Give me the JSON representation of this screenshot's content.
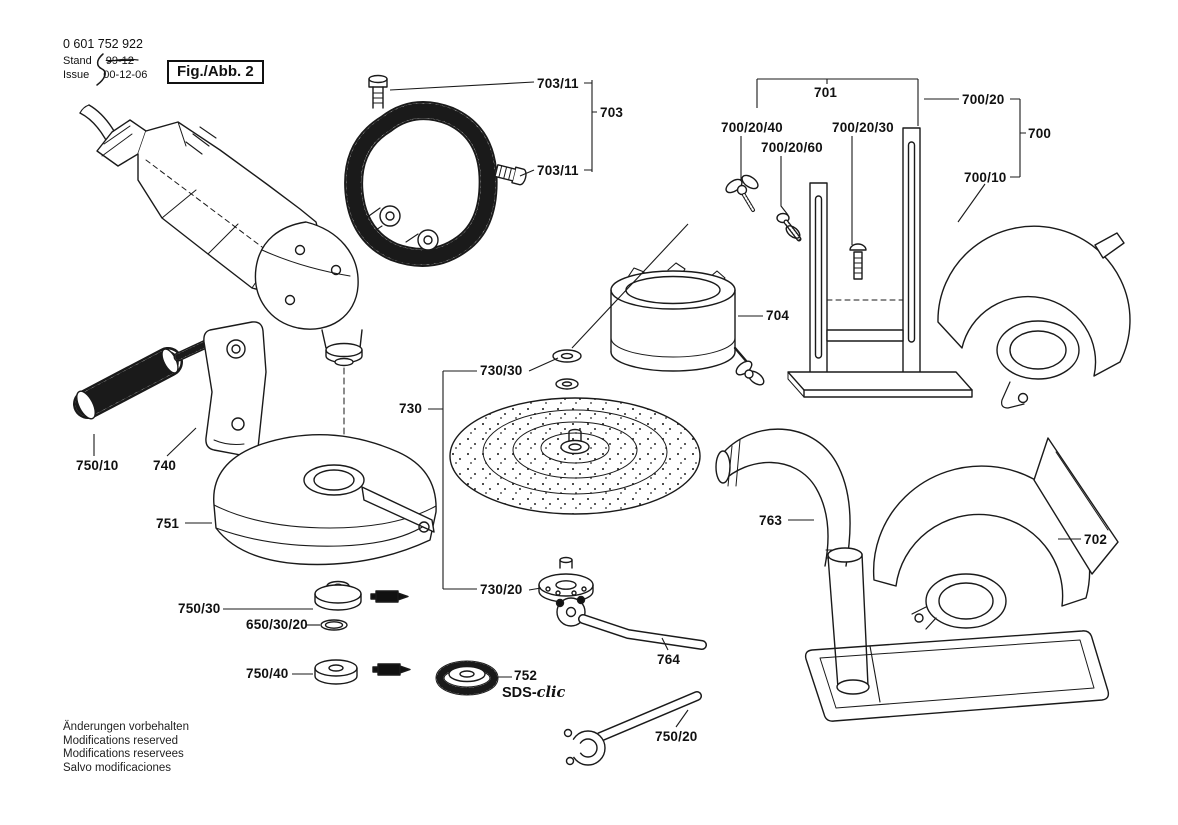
{
  "colors": {
    "ink": "#1a1a1a",
    "paper": "#ffffff"
  },
  "doc": {
    "part_number": "0 601 752 922",
    "stand": {
      "label": "Stand",
      "value": "99-12"
    },
    "issue": {
      "label": "Issue",
      "value": "00-12-06"
    },
    "figure_label": "Fig./Abb. 2",
    "footer_lines": [
      "Änderungen vorbehalten",
      "Modifications reserved",
      "Modifications reservees",
      "Salvo modificaciones"
    ]
  },
  "branding": {
    "sds_prefix": "SDS-",
    "sds_suffix": "clic"
  },
  "callouts": [
    {
      "text": "703/11"
    },
    {
      "text": "703"
    },
    {
      "text": "703/11"
    },
    {
      "text": "701"
    },
    {
      "text": "700/20"
    },
    {
      "text": "700"
    },
    {
      "text": "700/20/40"
    },
    {
      "text": "700/20/30"
    },
    {
      "text": "700/20/60"
    },
    {
      "text": "700/10"
    },
    {
      "text": "704"
    },
    {
      "text": "730/30"
    },
    {
      "text": "730"
    },
    {
      "text": "750/10"
    },
    {
      "text": "740"
    },
    {
      "text": "751"
    },
    {
      "text": "763"
    },
    {
      "text": "702"
    },
    {
      "text": "750/30"
    },
    {
      "text": "650/30/20"
    },
    {
      "text": "730/20"
    },
    {
      "text": "750/40"
    },
    {
      "text": "752"
    },
    {
      "text": "764"
    },
    {
      "text": "750/20"
    }
  ]
}
